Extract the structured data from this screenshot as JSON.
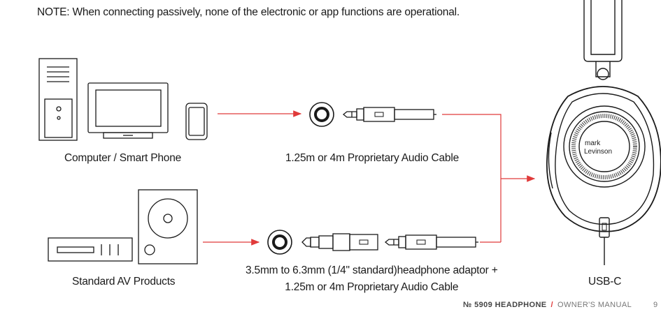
{
  "note": "NOTE: When connecting passively, none of the electronic or app functions are operational.",
  "labels": {
    "computer": "Computer / Smart Phone",
    "cable": "1.25m or 4m Proprietary Audio Cable",
    "av": "Standard AV Products",
    "adaptor_line1": "3.5mm to 6.3mm (1/4\" standard)headphone adaptor +",
    "adaptor_line2": "1.25m or 4m Proprietary Audio Cable",
    "usbc": "USB-C"
  },
  "logo": {
    "line1": "mark",
    "line2": "Levinson"
  },
  "footer": {
    "model": "№ 5909 HEADPHONE",
    "separator": "/",
    "manual": "OWNER'S MANUAL",
    "page": "9"
  },
  "colors": {
    "arrow": "#e03a3a",
    "line": "#1a1a1a"
  }
}
